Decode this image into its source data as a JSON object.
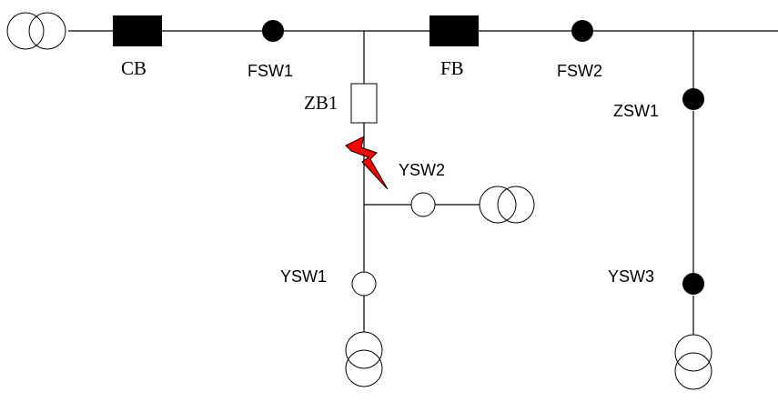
{
  "labels": {
    "cb": "CB",
    "fsw1": "FSW1",
    "fb": "FB",
    "fsw2": "FSW2",
    "zb1": "ZB1",
    "zsw1": "ZSW1",
    "ysw2": "YSW2",
    "ysw1": "YSW1",
    "ysw3": "YSW3"
  },
  "colors": {
    "line": "#000000",
    "closed_switch": "#000000",
    "open_switch": "#ffffff",
    "fault": "#ff0000"
  },
  "icons": {
    "source": "transformer-icon",
    "fault": "lightning-fault-icon"
  }
}
